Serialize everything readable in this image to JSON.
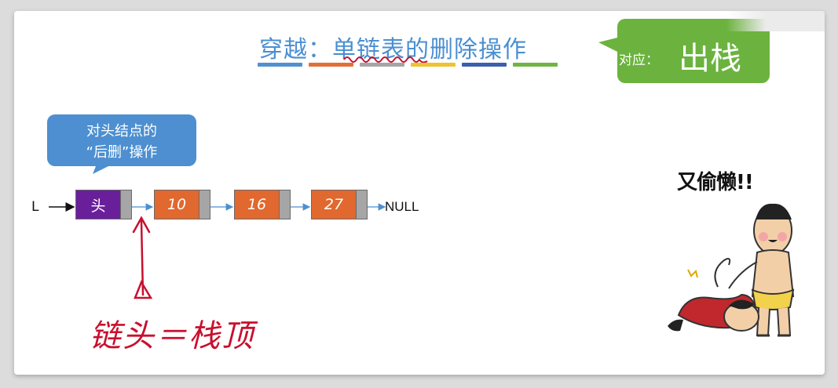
{
  "slide": {
    "title_prefix": "穿越：",
    "title_highlight": "单链表",
    "title_suffix": "的删除操作",
    "stripe_colors": [
      "#4f91cf",
      "#e07038",
      "#a5a5a5",
      "#f1c232",
      "#3b5fae",
      "#70b544"
    ],
    "green_callout": {
      "small": "对应：",
      "big": "出栈",
      "color": "#6bb33e"
    },
    "blue_callout": {
      "line1": "对头结点的",
      "line2": "“后删”操作",
      "color": "#4d8fd0"
    },
    "list": {
      "head_label": "L",
      "head_node_text": "头",
      "values": [
        "10",
        "16",
        "27"
      ],
      "null_label": "NULL"
    },
    "annotation": "链头＝栈顶",
    "cartoon_caption": "又偷懒!!"
  }
}
